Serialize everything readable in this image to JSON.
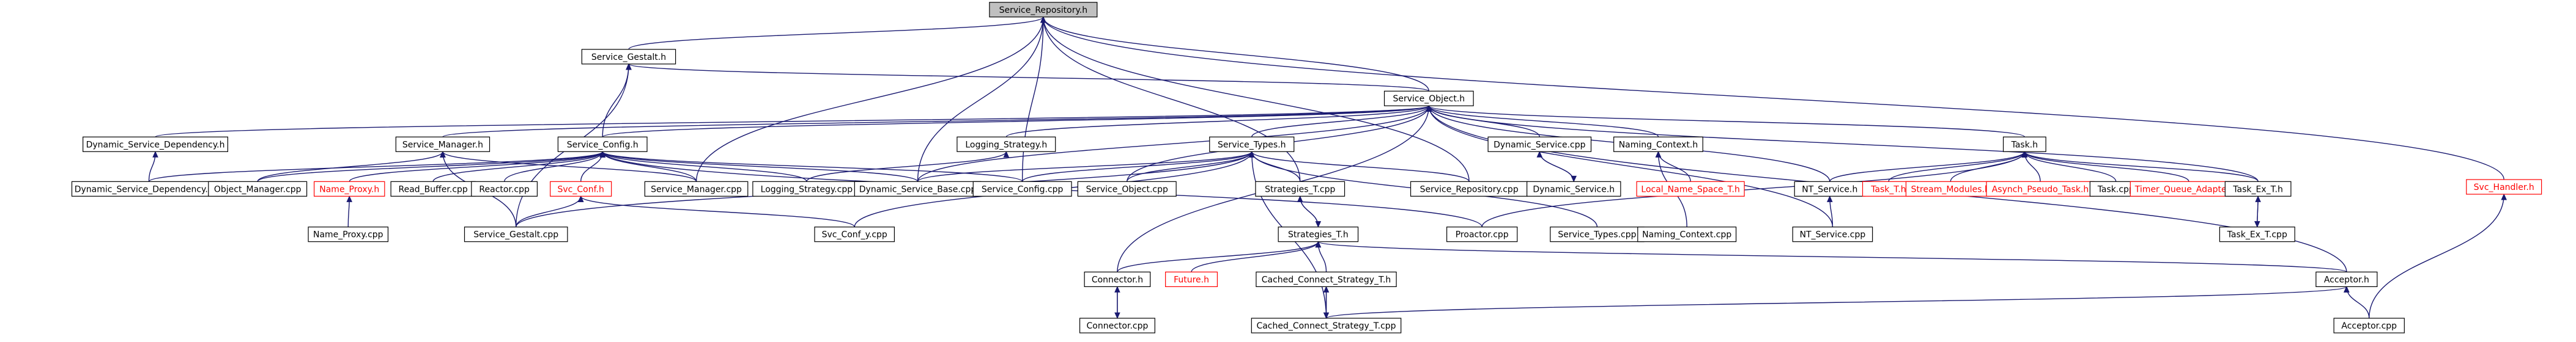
{
  "graph": {
    "edge_color": "#191970",
    "missing_color": "#ff0000",
    "root_fill": "#c0c0c0",
    "nodes": [
      {
        "id": "root",
        "label": "Service_Repository.h",
        "kind": "root"
      },
      {
        "id": "gestalt_h",
        "label": "Service_Gestalt.h",
        "kind": "normal"
      },
      {
        "id": "object_h",
        "label": "Service_Object.h",
        "kind": "normal"
      },
      {
        "id": "dsd_h",
        "label": "Dynamic_Service_Dependency.h",
        "kind": "normal"
      },
      {
        "id": "manager_h",
        "label": "Service_Manager.h",
        "kind": "normal"
      },
      {
        "id": "config_h",
        "label": "Service_Config.h",
        "kind": "normal"
      },
      {
        "id": "logging_h",
        "label": "Logging_Strategy.h",
        "kind": "normal"
      },
      {
        "id": "types_h",
        "label": "Service_Types.h",
        "kind": "normal"
      },
      {
        "id": "dynsvc_cpp",
        "label": "Dynamic_Service.cpp",
        "kind": "normal"
      },
      {
        "id": "naming_h",
        "label": "Naming_Context.h",
        "kind": "normal"
      },
      {
        "id": "task_h",
        "label": "Task.h",
        "kind": "normal"
      },
      {
        "id": "dsd_cpp",
        "label": "Dynamic_Service_Dependency.cpp",
        "kind": "normal"
      },
      {
        "id": "objmgr_cpp",
        "label": "Object_Manager.cpp",
        "kind": "normal"
      },
      {
        "id": "nameproxy_h",
        "label": "Name_Proxy.h",
        "kind": "missing"
      },
      {
        "id": "readbuf_cpp",
        "label": "Read_Buffer.cpp",
        "kind": "normal"
      },
      {
        "id": "reactor_cpp",
        "label": "Reactor.cpp",
        "kind": "normal"
      },
      {
        "id": "svcconf_h",
        "label": "Svc_Conf.h",
        "kind": "missing"
      },
      {
        "id": "manager_cpp",
        "label": "Service_Manager.cpp",
        "kind": "normal"
      },
      {
        "id": "logging_cpp",
        "label": "Logging_Strategy.cpp",
        "kind": "normal"
      },
      {
        "id": "dsb_cpp",
        "label": "Dynamic_Service_Base.cpp",
        "kind": "normal"
      },
      {
        "id": "config_cpp",
        "label": "Service_Config.cpp",
        "kind": "normal"
      },
      {
        "id": "object_cpp",
        "label": "Service_Object.cpp",
        "kind": "normal"
      },
      {
        "id": "strat_t_cpp",
        "label": "Strategies_T.cpp",
        "kind": "normal"
      },
      {
        "id": "repo_cpp",
        "label": "Service_Repository.cpp",
        "kind": "normal"
      },
      {
        "id": "dynsvc_h",
        "label": "Dynamic_Service.h",
        "kind": "normal"
      },
      {
        "id": "lns_h",
        "label": "Local_Name_Space_T.h",
        "kind": "missing"
      },
      {
        "id": "ntsvc_h",
        "label": "NT_Service.h",
        "kind": "normal"
      },
      {
        "id": "task_t_h",
        "label": "Task_T.h",
        "kind": "missing"
      },
      {
        "id": "streams_h",
        "label": "Stream_Modules.h",
        "kind": "missing"
      },
      {
        "id": "apt_h",
        "label": "Asynch_Pseudo_Task.h",
        "kind": "missing"
      },
      {
        "id": "task_cpp",
        "label": "Task.cpp",
        "kind": "normal"
      },
      {
        "id": "tqa_h",
        "label": "Timer_Queue_Adapters.h",
        "kind": "missing"
      },
      {
        "id": "taskex_h",
        "label": "Task_Ex_T.h",
        "kind": "normal"
      },
      {
        "id": "svchandler_h",
        "label": "Svc_Handler.h",
        "kind": "missing"
      },
      {
        "id": "nameproxy_cpp",
        "label": "Name_Proxy.cpp",
        "kind": "normal"
      },
      {
        "id": "gestalt_cpp",
        "label": "Service_Gestalt.cpp",
        "kind": "normal"
      },
      {
        "id": "svcconfy_cpp",
        "label": "Svc_Conf_y.cpp",
        "kind": "normal"
      },
      {
        "id": "strat_t_h",
        "label": "Strategies_T.h",
        "kind": "normal"
      },
      {
        "id": "proactor_cpp",
        "label": "Proactor.cpp",
        "kind": "normal"
      },
      {
        "id": "types_cpp",
        "label": "Service_Types.cpp",
        "kind": "normal"
      },
      {
        "id": "naming_cpp",
        "label": "Naming_Context.cpp",
        "kind": "normal"
      },
      {
        "id": "ntsvc_cpp",
        "label": "NT_Service.cpp",
        "kind": "normal"
      },
      {
        "id": "taskex_cpp",
        "label": "Task_Ex_T.cpp",
        "kind": "normal"
      },
      {
        "id": "connector_h",
        "label": "Connector.h",
        "kind": "normal"
      },
      {
        "id": "future_h",
        "label": "Future.h",
        "kind": "missing"
      },
      {
        "id": "ccs_h",
        "label": "Cached_Connect_Strategy_T.h",
        "kind": "normal"
      },
      {
        "id": "acceptor_h",
        "label": "Acceptor.h",
        "kind": "normal"
      },
      {
        "id": "connector_cpp",
        "label": "Connector.cpp",
        "kind": "normal"
      },
      {
        "id": "ccs_cpp",
        "label": "Cached_Connect_Strategy_T.cpp",
        "kind": "normal"
      },
      {
        "id": "acceptor_cpp",
        "label": "Acceptor.cpp",
        "kind": "normal"
      }
    ],
    "edges": [
      [
        "gestalt_h",
        "root"
      ],
      [
        "object_h",
        "root"
      ],
      [
        "manager_cpp",
        "root"
      ],
      [
        "dsb_cpp",
        "root"
      ],
      [
        "config_cpp",
        "root"
      ],
      [
        "repo_cpp",
        "root"
      ],
      [
        "strat_t_cpp",
        "root"
      ],
      [
        "svchandler_h",
        "root"
      ],
      [
        "object_h",
        "gestalt_h"
      ],
      [
        "config_h",
        "gestalt_h"
      ],
      [
        "gestalt_cpp",
        "gestalt_h"
      ],
      [
        "dsd_h",
        "object_h"
      ],
      [
        "manager_h",
        "object_h"
      ],
      [
        "config_h",
        "object_h"
      ],
      [
        "logging_h",
        "object_h"
      ],
      [
        "types_h",
        "object_h"
      ],
      [
        "dynsvc_cpp",
        "object_h"
      ],
      [
        "naming_h",
        "object_h"
      ],
      [
        "task_h",
        "object_h"
      ],
      [
        "object_cpp",
        "object_h"
      ],
      [
        "connector_h",
        "object_h"
      ],
      [
        "ntsvc_h",
        "object_h"
      ],
      [
        "ntsvc_cpp",
        "object_h"
      ],
      [
        "acceptor_h",
        "object_h"
      ],
      [
        "taskex_h",
        "object_h"
      ],
      [
        "dsb_cpp",
        "object_h"
      ],
      [
        "dsd_cpp",
        "dsd_h"
      ],
      [
        "manager_cpp",
        "manager_h"
      ],
      [
        "objmgr_cpp",
        "manager_h"
      ],
      [
        "gestalt_cpp",
        "manager_h"
      ],
      [
        "dsd_cpp",
        "config_h"
      ],
      [
        "objmgr_cpp",
        "config_h"
      ],
      [
        "nameproxy_h",
        "config_h"
      ],
      [
        "readbuf_cpp",
        "config_h"
      ],
      [
        "reactor_cpp",
        "config_h"
      ],
      [
        "svcconf_h",
        "config_h"
      ],
      [
        "manager_cpp",
        "config_h"
      ],
      [
        "logging_cpp",
        "config_h"
      ],
      [
        "dsb_cpp",
        "config_h"
      ],
      [
        "config_cpp",
        "config_h"
      ],
      [
        "proactor_cpp",
        "config_h"
      ],
      [
        "logging_cpp",
        "logging_h"
      ],
      [
        "object_cpp",
        "types_h"
      ],
      [
        "strat_t_cpp",
        "types_h"
      ],
      [
        "repo_cpp",
        "types_h"
      ],
      [
        "svcconfy_cpp",
        "types_h"
      ],
      [
        "gestalt_cpp",
        "types_h"
      ],
      [
        "types_cpp",
        "types_h"
      ],
      [
        "ccs_cpp",
        "types_h"
      ],
      [
        "dsb_cpp",
        "types_h"
      ],
      [
        "config_cpp",
        "types_h"
      ],
      [
        "dynsvc_h",
        "dynsvc_cpp"
      ],
      [
        "dynsvc_cpp",
        "dynsvc_h"
      ],
      [
        "lns_h",
        "naming_h"
      ],
      [
        "naming_cpp",
        "naming_h"
      ],
      [
        "task_t_h",
        "task_h"
      ],
      [
        "streams_h",
        "task_h"
      ],
      [
        "apt_h",
        "task_h"
      ],
      [
        "task_cpp",
        "task_h"
      ],
      [
        "tqa_h",
        "task_h"
      ],
      [
        "taskex_h",
        "task_h"
      ],
      [
        "ntsvc_h",
        "task_h"
      ],
      [
        "proactor_cpp",
        "task_h"
      ],
      [
        "nameproxy_cpp",
        "nameproxy_h"
      ],
      [
        "gestalt_cpp",
        "svcconf_h"
      ],
      [
        "svcconfy_cpp",
        "svcconf_h"
      ],
      [
        "strat_t_h",
        "strat_t_cpp"
      ],
      [
        "strat_t_cpp",
        "strat_t_h"
      ],
      [
        "ntsvc_cpp",
        "ntsvc_h"
      ],
      [
        "task_t_h",
        "streams_h"
      ],
      [
        "streams_h",
        "task_t_h"
      ],
      [
        "taskex_cpp",
        "taskex_h"
      ],
      [
        "taskex_h",
        "taskex_cpp"
      ],
      [
        "connector_h",
        "strat_t_h"
      ],
      [
        "future_h",
        "strat_t_h"
      ],
      [
        "ccs_h",
        "strat_t_h"
      ],
      [
        "acceptor_h",
        "strat_t_h"
      ],
      [
        "connector_cpp",
        "connector_h"
      ],
      [
        "connector_h",
        "connector_cpp"
      ],
      [
        "ccs_cpp",
        "ccs_h"
      ],
      [
        "ccs_h",
        "ccs_cpp"
      ],
      [
        "acceptor_cpp",
        "acceptor_h"
      ],
      [
        "acceptor_cpp",
        "svchandler_h"
      ],
      [
        "ccs_cpp",
        "acceptor_h"
      ]
    ]
  }
}
